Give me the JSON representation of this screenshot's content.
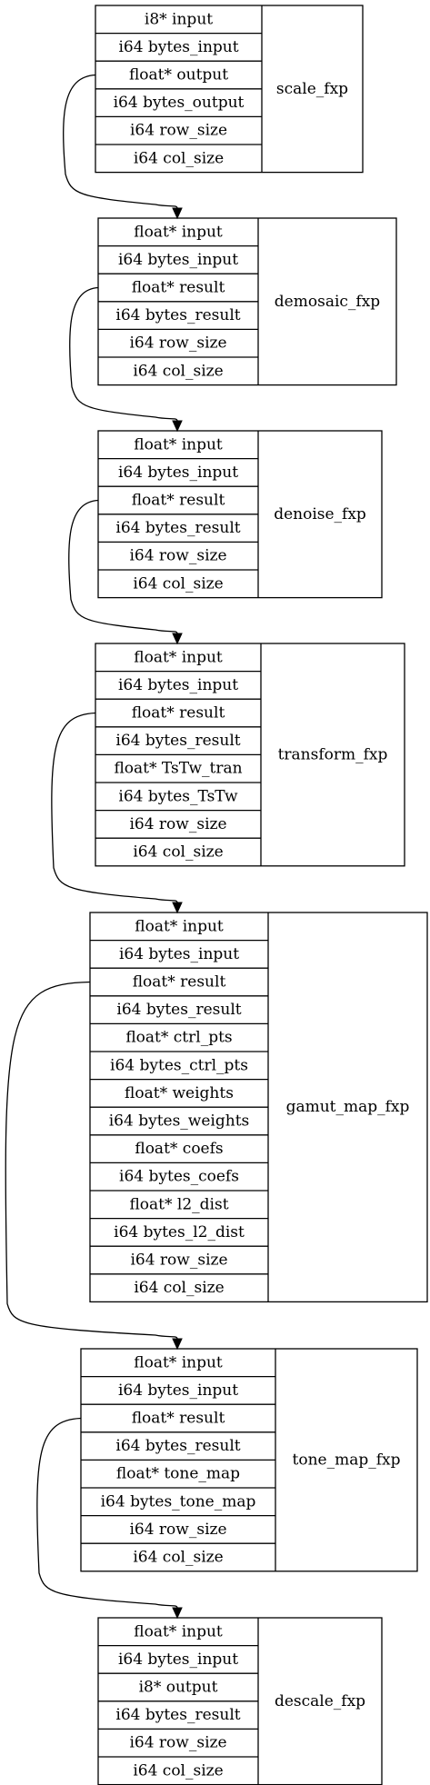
{
  "nodes": [
    {
      "name": "scale_fxp",
      "fields": [
        "i8* input",
        "i64 bytes_input",
        "float* output",
        "i64 bytes_output",
        "i64 row_size",
        "i64 col_size"
      ],
      "out_field_index": 2
    },
    {
      "name": "demosaic_fxp",
      "fields": [
        "float* input",
        "i64 bytes_input",
        "float* result",
        "i64 bytes_result",
        "i64 row_size",
        "i64 col_size"
      ],
      "out_field_index": 2
    },
    {
      "name": "denoise_fxp",
      "fields": [
        "float* input",
        "i64 bytes_input",
        "float* result",
        "i64 bytes_result",
        "i64 row_size",
        "i64 col_size"
      ],
      "out_field_index": 2
    },
    {
      "name": "transform_fxp",
      "fields": [
        "float* input",
        "i64 bytes_input",
        "float* result",
        "i64 bytes_result",
        "float* TsTw_tran",
        "i64 bytes_TsTw",
        "i64 row_size",
        "i64 col_size"
      ],
      "out_field_index": 2
    },
    {
      "name": "gamut_map_fxp",
      "fields": [
        "float* input",
        "i64 bytes_input",
        "float* result",
        "i64 bytes_result",
        "float* ctrl_pts",
        "i64 bytes_ctrl_pts",
        "float* weights",
        "i64 bytes_weights",
        "float* coefs",
        "i64 bytes_coefs",
        "float* l2_dist",
        "i64 bytes_l2_dist",
        "i64 row_size",
        "i64 col_size"
      ],
      "out_field_index": 2
    },
    {
      "name": "tone_map_fxp",
      "fields": [
        "float* input",
        "i64 bytes_input",
        "float* result",
        "i64 bytes_result",
        "float* tone_map",
        "i64 bytes_tone_map",
        "i64 row_size",
        "i64 col_size"
      ],
      "out_field_index": 2
    },
    {
      "name": "descale_fxp",
      "fields": [
        "float* input",
        "i64 bytes_input",
        "i8* output",
        "i64 bytes_result",
        "i64 row_size",
        "i64 col_size"
      ],
      "out_field_index": 2
    }
  ],
  "edges": [
    {
      "from": "scale_fxp",
      "from_field": "float* output",
      "to": "demosaic_fxp",
      "to_field": "float* input"
    },
    {
      "from": "demosaic_fxp",
      "from_field": "float* result",
      "to": "denoise_fxp",
      "to_field": "float* input"
    },
    {
      "from": "denoise_fxp",
      "from_field": "float* result",
      "to": "transform_fxp",
      "to_field": "float* input"
    },
    {
      "from": "transform_fxp",
      "from_field": "float* result",
      "to": "gamut_map_fxp",
      "to_field": "float* input"
    },
    {
      "from": "gamut_map_fxp",
      "from_field": "float* result",
      "to": "tone_map_fxp",
      "to_field": "float* input"
    },
    {
      "from": "tone_map_fxp",
      "from_field": "float* result",
      "to": "descale_fxp",
      "to_field": "float* input"
    }
  ]
}
